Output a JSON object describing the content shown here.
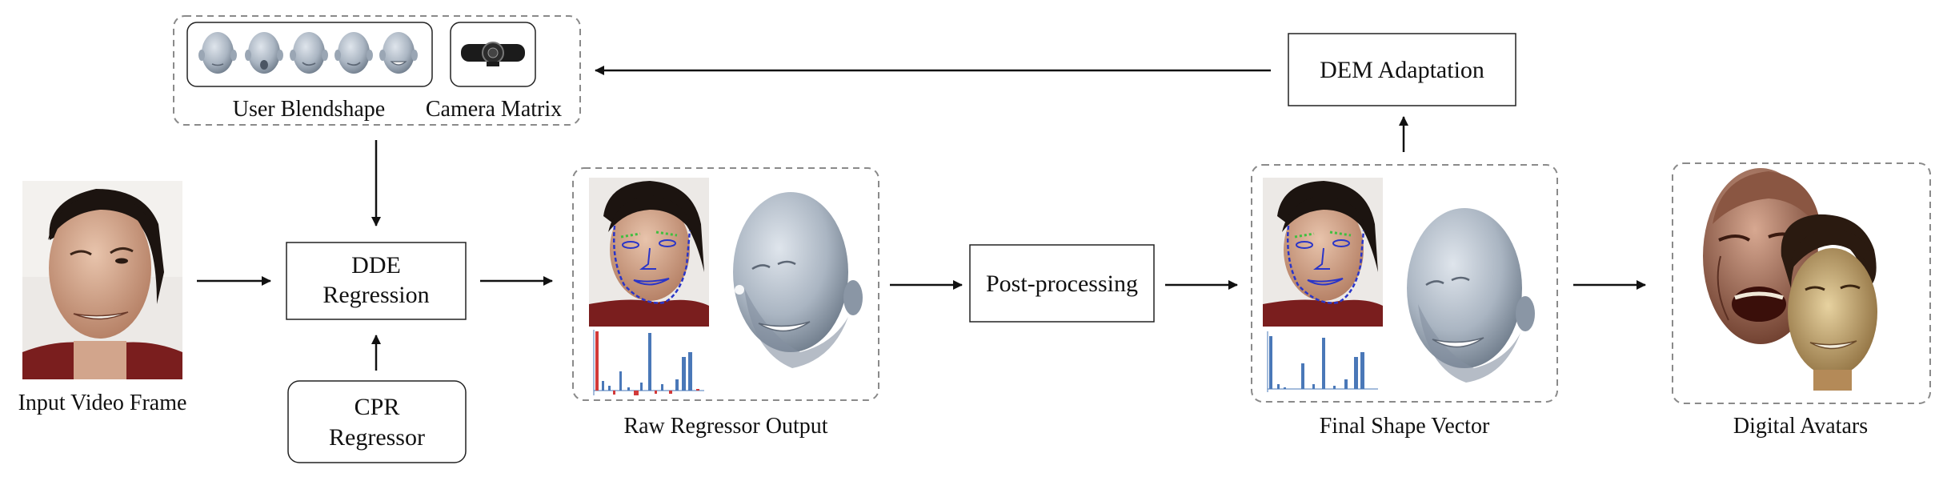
{
  "labels": {
    "user_blendshape": "User Blendshape",
    "camera_matrix": "Camera Matrix",
    "input_video_frame": "Input Video Frame",
    "dde_line1": "DDE",
    "dde_line2": "Regression",
    "cpr_line1": "CPR",
    "cpr_line2": "Regressor",
    "raw_regressor_output": "Raw Regressor Output",
    "post_processing": "Post-processing",
    "dem_adaptation": "DEM Adaptation",
    "final_shape_vector": "Final Shape Vector",
    "digital_avatars": "Digital Avatars"
  },
  "colors": {
    "line": "#111111",
    "dashed_border": "#8a8a8a",
    "face_mesh": "#b9c3cf",
    "landmark_line": "#2a35c8",
    "landmark_point": "#3fbf3f",
    "bar_blue": "#4a78b8",
    "bar_red": "#d23a3a",
    "skin": "#c99a80",
    "hair": "#1c1410",
    "background_red": "#7a1e1e"
  },
  "icons": {
    "blendshape_heads": [
      "head-neutral",
      "head-mouth-open",
      "head-smile-left",
      "head-smile-right",
      "head-grin"
    ],
    "camera": "webcam-icon"
  }
}
